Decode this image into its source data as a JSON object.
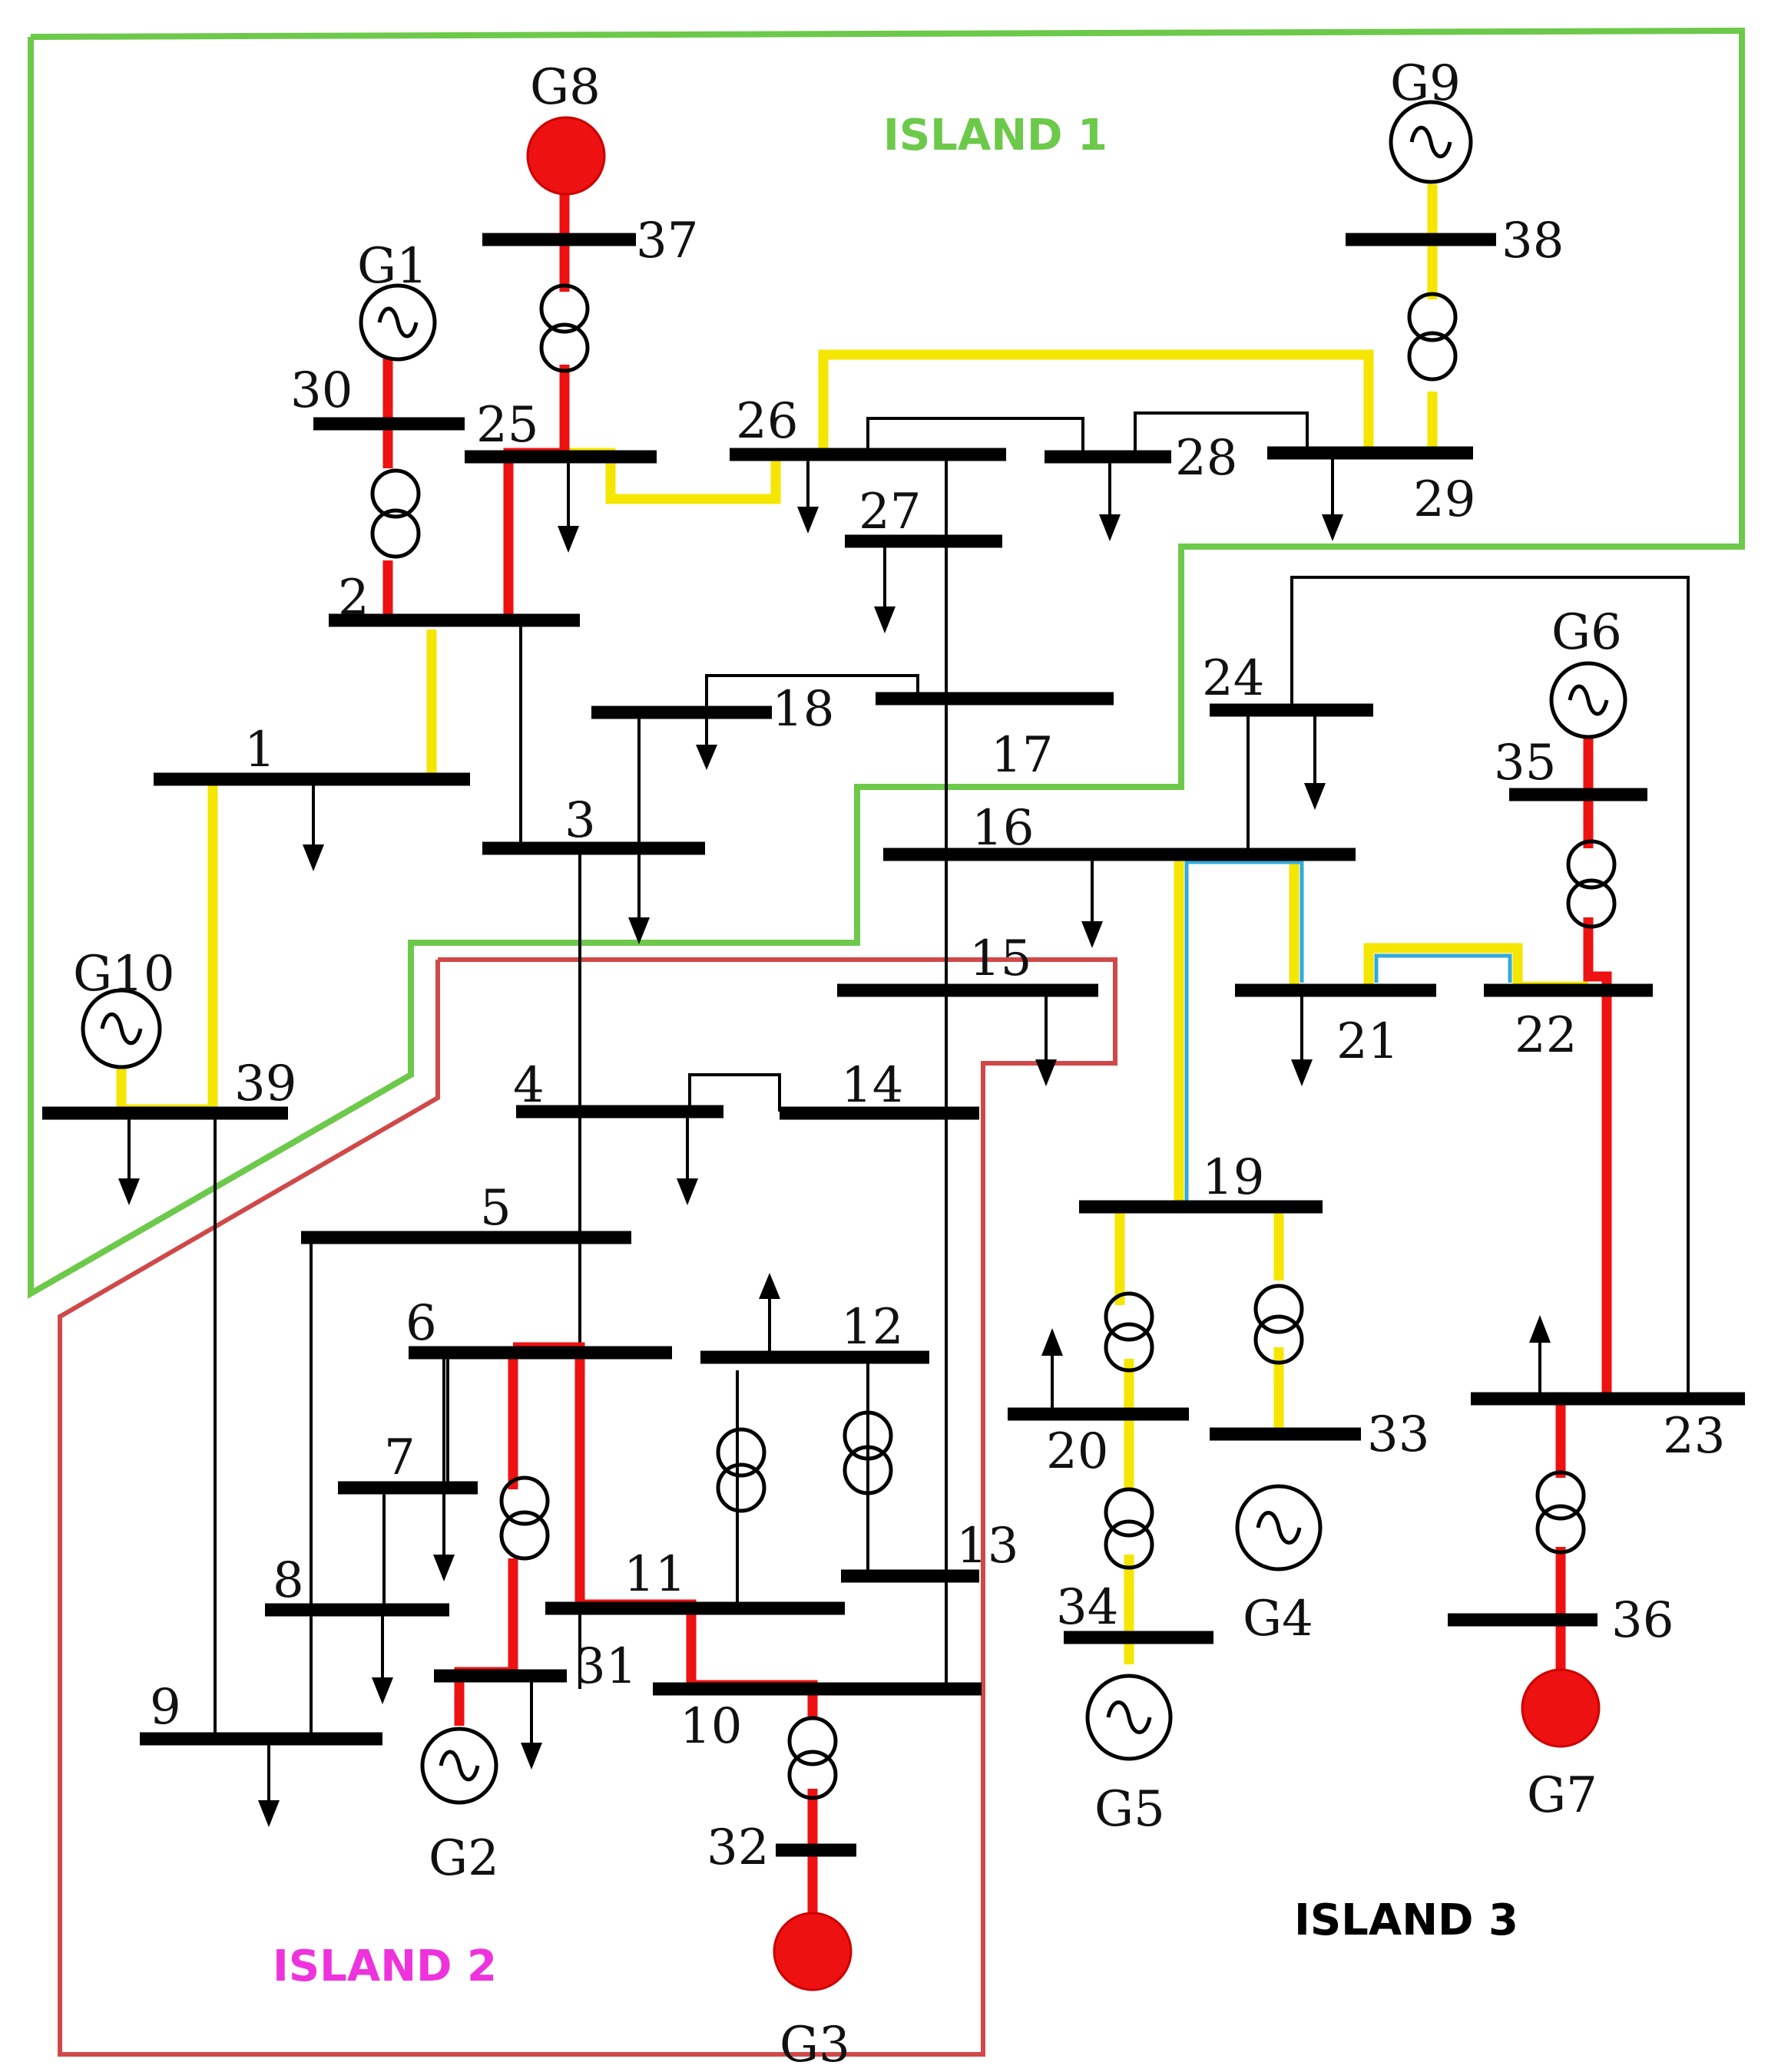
{
  "islands": [
    {
      "label": "ISLAND 1",
      "color": "#6cc94a"
    },
    {
      "label": "ISLAND 2",
      "color": "#ee33dd"
    },
    {
      "label": "ISLAND 3",
      "color": "#000000"
    }
  ],
  "buses": [
    "1",
    "2",
    "3",
    "4",
    "5",
    "6",
    "7",
    "8",
    "9",
    "10",
    "11",
    "12",
    "13",
    "14",
    "15",
    "16",
    "17",
    "18",
    "19",
    "20",
    "21",
    "22",
    "23",
    "24",
    "25",
    "26",
    "27",
    "28",
    "29",
    "30",
    "31",
    "32",
    "33",
    "34",
    "35",
    "36",
    "37",
    "38",
    "39"
  ],
  "generators": [
    "G1",
    "G2",
    "G3",
    "G4",
    "G5",
    "G6",
    "G7",
    "G8",
    "G9",
    "G10"
  ],
  "colors": {
    "highlight_yellow": "#f5e600",
    "highlight_red": "#ee1111",
    "island1_boundary": "#6cc94a",
    "island2_boundary": "#d04848",
    "cyan": "#33aadd"
  }
}
